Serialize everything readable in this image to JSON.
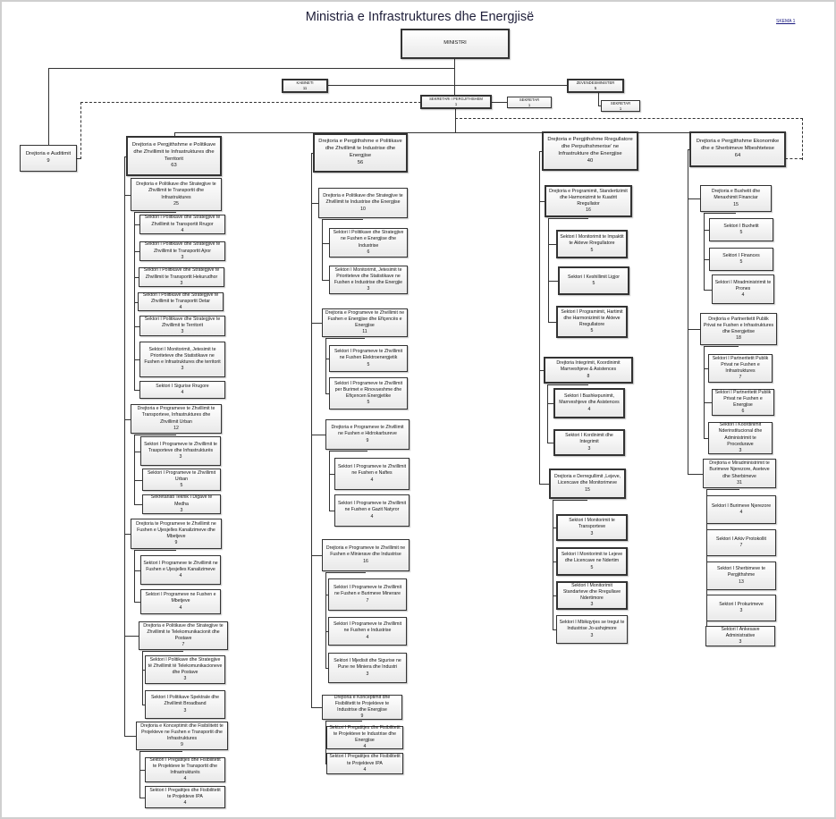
{
  "title": "Ministria e Infrastruktures dhe Energjisë",
  "reference": "SKEMA 1",
  "top": {
    "ministri": {
      "title": "MINISTRI"
    },
    "kabineti": {
      "title": "KABINETI",
      "count": "11"
    },
    "zevendesminister": {
      "title": "ZEVENDESMINISTER",
      "count": "5"
    },
    "sekretari": {
      "title": "SEKRETARI I PERGJITHSHEM",
      "count": "1"
    },
    "sekretar1": {
      "title": "SEKRETAR",
      "count": "1"
    },
    "sekretar2": {
      "title": "SEKRETAR",
      "count": "1"
    },
    "auditimi": {
      "title": "Drejtoria e Auditimit",
      "count": "9"
    }
  },
  "columns": [
    {
      "header": {
        "title": "Drejtoria e Pergjithshme e Politikave dhe Zhvillimit te Infrastruktures dhe Territorit",
        "count": "63"
      },
      "directorates": [
        {
          "title": "Drejtoria e Politikave dhe Strategjive te Zhvillimit te Transportit dhe Infrastruktures",
          "count": "25",
          "sectors": [
            {
              "title": "Sektori I Politikave dhe Strategjive te Zhvillimit te Transportit Rrugor",
              "count": "4"
            },
            {
              "title": "Sektori I Politikave dhe Strategjive te Zhvillimit te Transportit Ajror",
              "count": "3"
            },
            {
              "title": "Sektori I Politikave dhe Strategjive te Zhvillimit te Transportit Hekurudhor",
              "count": "3"
            },
            {
              "title": "Sektori I Politikave dhe Strategjive te Zhvillimit te Transportit Detar",
              "count": "4"
            },
            {
              "title": "Sektori I Politikave dhe Strategjive te Zhvillimit te Territorit",
              "count": "3"
            },
            {
              "title": "Sektori I Monitorimit, Jetesimit te Prioriteteve dhe Statistikave ne Fushen e Infrastruktures dhe territorit",
              "count": "3"
            },
            {
              "title": "Sektori I Sigurise Rrugore",
              "count": "4"
            }
          ]
        },
        {
          "title": "Drejtoria e Programeve te Zhvillimit te Transporteve, Infrastruktures dhe Zhvillimit Urban",
          "count": "12",
          "sectors": [
            {
              "title": "Sektori I Programeve te Zhvillimit te Trasporteve dhe Infrastrukturës",
              "count": "3"
            },
            {
              "title": "Sektori I Programeve te Zhvillimit Urban",
              "count": "5"
            },
            {
              "title": "Sekretariati Teknik I Digave te Medha",
              "count": "3"
            }
          ]
        },
        {
          "title": "Drejtoria te Programeve te Zhvillimit ne Fushen e Ujesjelles Kanalizimeve dhe Mbetjeve",
          "count": "9",
          "sectors": [
            {
              "title": "Sektori I Programeve te Zhvillimit ne Fushen e Ujesjelles Kanalizimeve",
              "count": "4"
            },
            {
              "title": "Sektori I Programeve ne Fushen e Mbetjeve",
              "count": "4"
            }
          ]
        },
        {
          "title": "Drejtoria e Politikave dhe Strategjive te Zhvillimit te Telekomunikacionit dhe Postave",
          "count": "7",
          "sectors": [
            {
              "title": "Sektori I Politikave dhe Strategjive të Zhvillimit të Telekomunikacioneve dhe Postave",
              "count": "3"
            },
            {
              "title": "Sektori I Politikave Spektrale dhe Zhvillimit Broadband",
              "count": "3"
            }
          ]
        },
        {
          "title": "Drejtoria e Konceptimit dhe Fisibilitetit te Projekteve ne Fushen e Transportit dhe Infrastruktures",
          "count": "9",
          "sectors": [
            {
              "title": "Sektori I Pregatitjes dhe Fisibilitetit te Projekteve te Transportit dhe Infrastrukturës",
              "count": "4"
            },
            {
              "title": "Sektori I Pregatitjes dhe Fisibilitetit te Projekteve IPA",
              "count": "4"
            }
          ]
        }
      ]
    },
    {
      "header": {
        "title": "Drejtoria e Pergjithshme e Politikave dhe Zhvillimit te Industrise dhe Energjise",
        "count": "56"
      },
      "directorates": [
        {
          "title": "Drejtoria e Politikave dhe Strategjive te Zhvillimit te Industrise dhe Energjise",
          "count": "10",
          "sectors": [
            {
              "title": "Sektori I Politikave dhe Strategjive ne Fushen e Energjise dhe Industrise",
              "count": "6"
            },
            {
              "title": "Sektori I Monitorimit, Jetesimit te Prioriteteve dhe Statistikave ne Fushen e Industrise dhe Energjie",
              "count": "3"
            }
          ]
        },
        {
          "title": "Drejtoria e Programeve te Zhvillimit ne Fushen e Energjise dhe Efiçencës e Energjise",
          "count": "11",
          "sectors": [
            {
              "title": "Sektori I Programeve te Zhvillimit ne Fushen Elektroenergjetik",
              "count": "5"
            },
            {
              "title": "Sektori I Programeve te Zhvillimit per Burimet e Rinovueshme dhe Efiçencen Energjetike",
              "count": "5"
            }
          ]
        },
        {
          "title": "Drejtoria e Programeve te Zhvillimit ne Fushen e Hidrokarbureve",
          "count": "9",
          "sectors": [
            {
              "title": "Sektori I Programeve te Zhvillimit ne Fushen e Naftes",
              "count": "4"
            },
            {
              "title": "Sektori I Programeve te Zhvillimit ne Fushen e Gazit Natyror",
              "count": "4"
            }
          ]
        },
        {
          "title": "Drejtoria e Programeve te Zhvillimit ne Fushen e Minierave dhe Industrise",
          "count": "16",
          "sectors": [
            {
              "title": "Sektori I Programeve te Zhvillimit ne Fushen e Burimeve Minerare",
              "count": "7"
            },
            {
              "title": "Sektori I Programeve te Zhvillimit ne Fushen e Industrise",
              "count": "4"
            },
            {
              "title": "Sektori I Mjedisit dhe Sigurise ne Pune ne Miniera dhe Industri",
              "count": "3"
            }
          ]
        },
        {
          "title": "Drejtoria e Konceptimit dhe Fisibilitetit te Projekteve te Industrise dhe Energjise",
          "count": "9",
          "sectors": [
            {
              "title": "Sektori I Pregatitjes dhe Fisibilitetit te Projekteve te Industrise dhe Energjise",
              "count": "4"
            },
            {
              "title": "Sektori I Pregatitjes dhe Fisibilitetit te Projekteve IPA",
              "count": "4"
            }
          ]
        }
      ]
    },
    {
      "header": {
        "title": "Drejtoria e Pergjithshme Rregullatore dhe Perputhshmerise' ne Infrastrukture dhe Energjise",
        "count": "40"
      },
      "directorates": [
        {
          "title": "Drejtoria e Programimit, Standertizimit dhe Harmonizimit te Kuadrit Rregullator",
          "count": "16",
          "sectors": [
            {
              "title": "Sektori I Monitorimit te Impaktit te Akteve Rregullatore",
              "count": "5"
            },
            {
              "title": "Sektori I Keshillimit Ligjor",
              "count": "5"
            },
            {
              "title": "Sektori I Programimit, Hartimit dhe Harmonizimit te Akteve Rregullatore",
              "count": "5"
            }
          ]
        },
        {
          "title": "Drejtoria Integrimit, Koordinimit Marrveshjeve & Asistences",
          "count": "8",
          "sectors": [
            {
              "title": "Sektori I Bashkepunimit, Marrveshjeve dhe Asistences",
              "count": "4"
            },
            {
              "title": "Sektori I Kordinimit dhe Integrimit",
              "count": "3"
            }
          ]
        },
        {
          "title": "Drejtoria e Derregullimit ,Lejeve, Licencave dhe Monitorimeve",
          "count": "15",
          "sectors": [
            {
              "title": "Sektori I Monitorimit te Transporteve",
              "count": "3"
            },
            {
              "title": "Sektori I Monitorimit te Lejeve dhe Licencave ne Ndertim",
              "count": "5"
            },
            {
              "title": "Sektori I Monitorimit Standarteve dhe Rregullave Ndertimore",
              "count": "3"
            },
            {
              "title": "Sektori I Mbikqyrjes se tregut te Industrise Jo-ushqimore",
              "count": "3"
            }
          ]
        }
      ]
    },
    {
      "header": {
        "title": "Drejtoria e Pergjithshme Ekonomike dhe e Sherbimeve Mbeshtetese",
        "count": "64"
      },
      "directorates": [
        {
          "title": "Drejtoria e Buxhetit dhe Menaxhimit Financiar",
          "count": "15",
          "sectors": [
            {
              "title": "Sektori I Buxhetit",
              "count": "5"
            },
            {
              "title": "Sektori I Finances",
              "count": "5"
            },
            {
              "title": "Sektori I Miradministrimit te Prones",
              "count": "4"
            }
          ]
        },
        {
          "title": "Drejtoria e Partneritetit Publik Privat ne Fushen e Infrastruktures dhe Energjetise",
          "count": "18",
          "sectors": [
            {
              "title": "Sektori I Partneritetit Publik Privat ne Fushen e Infrastruktures",
              "count": "7"
            },
            {
              "title": "Sektori I Partneritetit Publik Privat ne Fushen e Energjise",
              "count": "6"
            },
            {
              "title": "Sektori I Koordinimit Nderinstitucional dhe Administrimit te Procedurave",
              "count": "3"
            }
          ]
        },
        {
          "title": "Drejtoria e Miradministrimit te Burimeve Njerezore, Aseteve dhe Sherbimeve",
          "count": "31",
          "sectors": [
            {
              "title": "Sektori I Burimeve Njerezore",
              "count": "4"
            },
            {
              "title": "Sektori I Arkiv Protokollit",
              "count": "7"
            },
            {
              "title": "Sektori I Sherbimeve te Pergjithshme",
              "count": "13"
            },
            {
              "title": "Sektori I Prokurimeve",
              "count": "3"
            },
            {
              "title": "Sektori I Ankesave Administrative",
              "count": "3"
            }
          ]
        }
      ]
    }
  ]
}
